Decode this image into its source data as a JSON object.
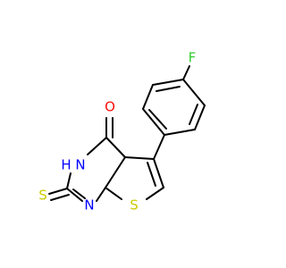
{
  "molecule": {
    "colors": {
      "background": "#ffffff",
      "bond": "#000000",
      "F": "#33cc33",
      "O": "#ff0d0d",
      "N": "#0000ff",
      "S": "#cccc00",
      "H": "#0000ff"
    },
    "atoms": {
      "F": "F",
      "O": "O",
      "HN": "H N",
      "N": "N",
      "S_ring": "S",
      "S_thione": "S"
    }
  }
}
